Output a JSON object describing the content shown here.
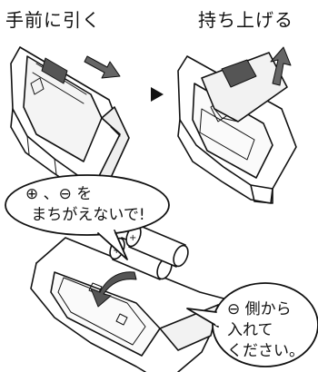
{
  "steps": [
    {
      "label": "手前に引く"
    },
    {
      "label": "持ち上げる"
    }
  ],
  "warning_bubble": {
    "line1": "⊕ 、⊖ を",
    "line2": "まちがえないで!"
  },
  "insert_bubble": {
    "line1": "⊖ 側から",
    "line2": "入れて",
    "line3": "ください。"
  }
}
